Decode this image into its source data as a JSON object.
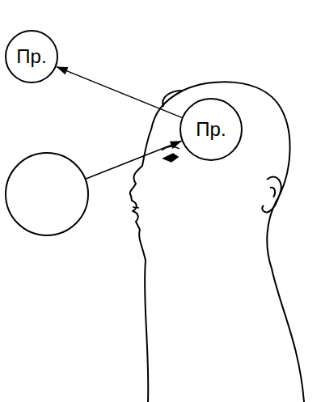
{
  "diagram": {
    "nodes": [
      {
        "text": [
          "Пр."
        ]
      },
      {
        "text": [
          "Пр."
        ]
      },
      {
        "text": []
      }
    ],
    "edges": [
      {
        "from": 2,
        "to": 1,
        "arrow": "to"
      },
      {
        "from": 1,
        "to": 0,
        "arrow": "to"
      }
    ]
  }
}
